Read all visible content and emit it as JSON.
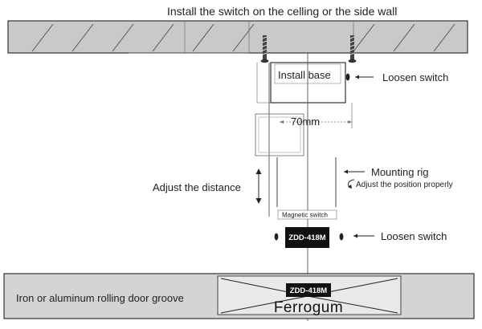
{
  "header": {
    "title": "Install the switch on the celling or the side wall"
  },
  "labels": {
    "install_base": "Install base",
    "loosen_switch_top": "Loosen switch",
    "distance": "70mm",
    "mounting_rig": "Mounting rig",
    "adjust_position": "Adjust the position properly",
    "adjust_distance": "Adjust the distance",
    "magnetic_switch": "Magnetic switch",
    "loosen_switch_bottom": "Loosen switch",
    "door_groove": "Iron or aluminum rolling door groove",
    "brand": "Ferrogum"
  },
  "models": {
    "switch_model": "ZDD-418M",
    "magnet_model": "ZDD-418M"
  },
  "colors": {
    "ceiling_fill": "#c9c9c9",
    "groove_fill": "#d4d4d4",
    "magnet_fill": "#e9e9e9",
    "model_badge": "#111111"
  }
}
